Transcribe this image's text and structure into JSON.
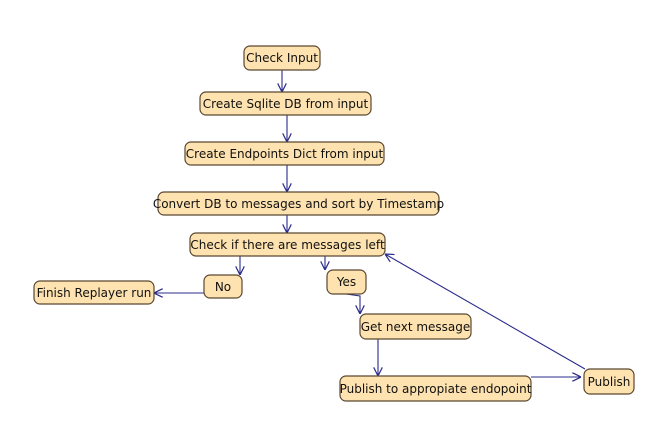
{
  "colors": {
    "node_fill": "#fee3b0",
    "node_border": "#5a4830",
    "edge": "#2b2b8c",
    "background": "#ffffff"
  },
  "nodes": {
    "check_input": "Check Input",
    "create_db": "Create Sqlite DB from input",
    "create_dict": "Create Endpoints Dict from input",
    "convert_db": "Convert DB to messages and sort by Timestamp",
    "check_messages": "Check if there are messages left",
    "no": "No",
    "finish": "Finish Replayer run",
    "yes": "Yes",
    "get_next": "Get next message",
    "publish_to": "Publish to appropiate endopoint",
    "publish": "Publish"
  }
}
